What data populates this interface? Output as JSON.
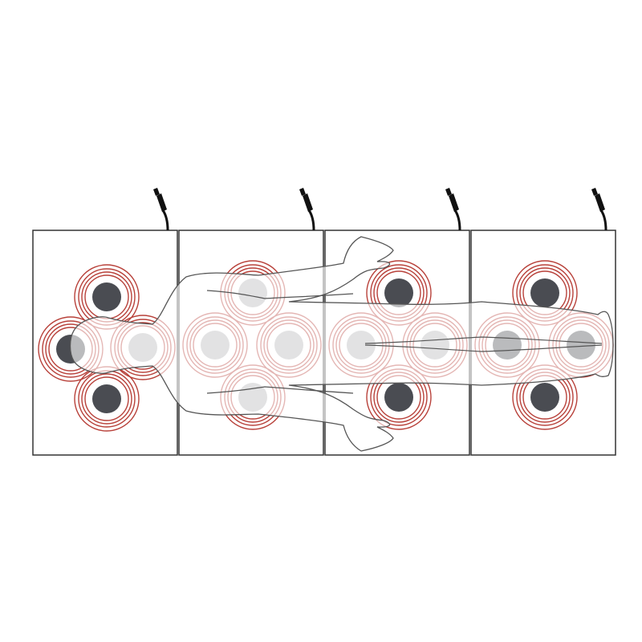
{
  "diagram": {
    "panel_count": 4,
    "colors": {
      "panel_border": "#333333",
      "ring_active": "#b8413a",
      "ring_under_body": "#e8b49c",
      "pad_dark": "#4a4c52",
      "pad_light": "#b4b4b6",
      "body_outline": "#555555",
      "cable": "#111111"
    },
    "icons": [
      "power-plug-icon",
      "heating-pad-icon",
      "human-body-silhouette-icon"
    ],
    "panels": [
      {
        "pads": [
          {
            "state": "dark"
          },
          {
            "state": "dark"
          },
          {
            "state": "light"
          },
          {
            "state": "dark"
          }
        ]
      },
      {
        "pads": [
          {
            "state": "light"
          },
          {
            "state": "light"
          },
          {
            "state": "light"
          },
          {
            "state": "light"
          }
        ]
      },
      {
        "pads": [
          {
            "state": "dark"
          },
          {
            "state": "light"
          },
          {
            "state": "light"
          },
          {
            "state": "dark"
          }
        ]
      },
      {
        "pads": [
          {
            "state": "dark"
          },
          {
            "state": "dark"
          },
          {
            "state": "dark"
          },
          {
            "state": "dark"
          }
        ]
      }
    ]
  }
}
